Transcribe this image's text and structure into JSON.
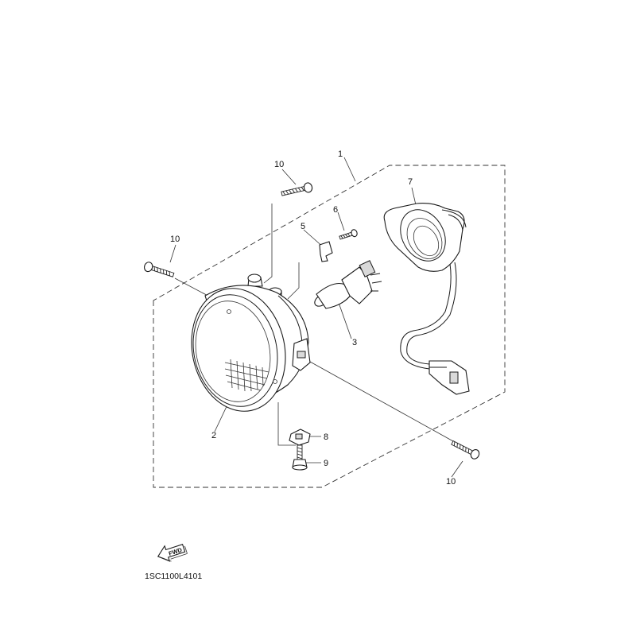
{
  "diagram": {
    "code": "1SC1100L4101",
    "fwd_label": "FWD",
    "callouts": {
      "assembly": "1",
      "lens": "2",
      "bulb": "3",
      "clip": "5",
      "screw": "6",
      "socket_cover": "7",
      "nut": "8",
      "adjust_screw": "9",
      "screw_top": "10",
      "screw_left": "10",
      "screw_right": "10"
    }
  }
}
